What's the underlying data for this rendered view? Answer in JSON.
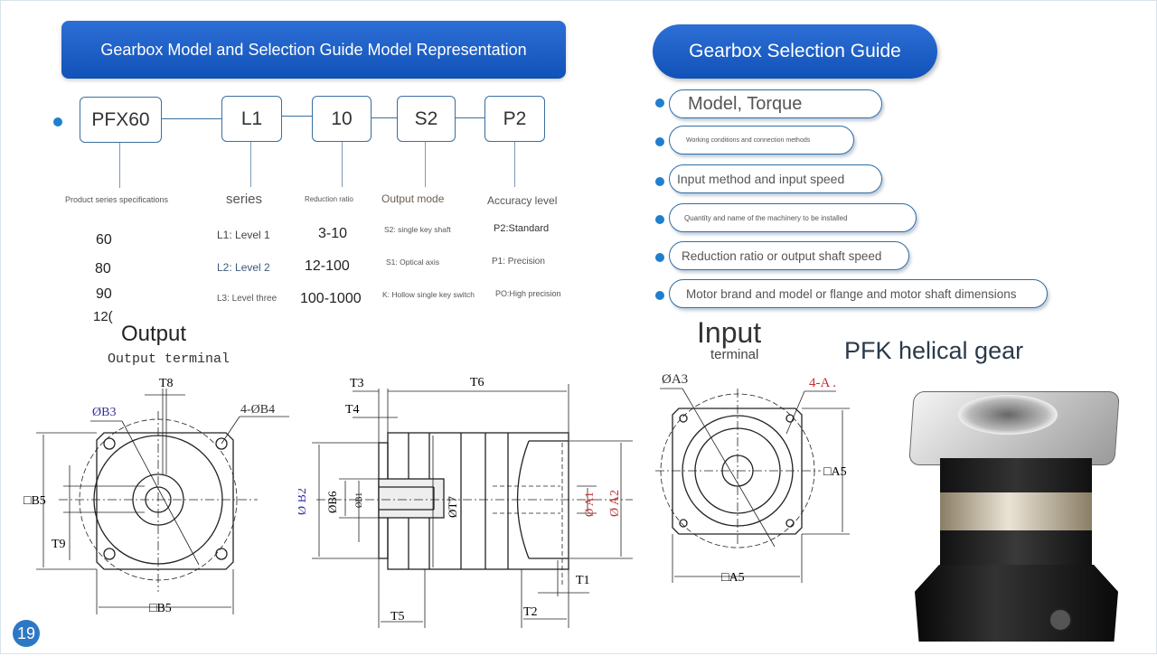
{
  "model_section": {
    "title": "Gearbox Model and Selection Guide Model Representation",
    "codes": [
      "PFX60",
      "L1",
      "10",
      "S2",
      "P2"
    ],
    "labels": [
      "Product series specifications",
      "series",
      "Reduction ratio",
      "Output mode",
      "Accuracy level"
    ],
    "sizes": [
      "60",
      "80",
      "90",
      "12("
    ],
    "series": [
      "L1: Level 1",
      "L2: Level 2",
      "L3: Level three"
    ],
    "ratios": [
      "3-10",
      "12-100",
      "100-1000"
    ],
    "output_modes": [
      "S2: single key shaft",
      "S1: Optical axis",
      "K: Hollow single key switch"
    ],
    "accuracy": [
      "P2:Standard",
      "P1: Precision",
      "PO:High precision"
    ]
  },
  "selection_guide": {
    "title": "Gearbox Selection Guide",
    "items": [
      "Model, Torque",
      "Working conditions and connection methods",
      "Input method and input speed",
      "Quantity and name of the machinery to be installed",
      "Reduction ratio or output shaft speed",
      "Motor brand and model or flange and motor shaft dimensions"
    ]
  },
  "output_drawing": {
    "title": "Output",
    "subtitle": "Output terminal",
    "labels": {
      "t8": "T8",
      "b3": "ØB3",
      "b4": "4-ØB4",
      "b5_left": "□B5",
      "t9": "T9",
      "b5_bottom": "□B5"
    }
  },
  "side_drawing": {
    "labels": {
      "t3": "T3",
      "t6": "T6",
      "t4": "T4",
      "b2": "Ø B2",
      "b6": "ØB6",
      "b1": "ØB1",
      "t7": "ØT7",
      "a1": "Ø A1",
      "a2": "Ø A2",
      "t1": "T1",
      "t2": "T2",
      "t5": "T5"
    }
  },
  "input_drawing": {
    "title": "Input",
    "subtitle": "terminal",
    "labels": {
      "a3": "ØA3",
      "a4": "4-A .",
      "a5_right": "□A5",
      "a5_bottom": "□A5"
    }
  },
  "product": {
    "title": "PFK helical gear"
  },
  "page_number": "19",
  "colors": {
    "accent": "#1a5bc4",
    "dim_blue": "#3030a0",
    "dim_red": "#c03030"
  }
}
